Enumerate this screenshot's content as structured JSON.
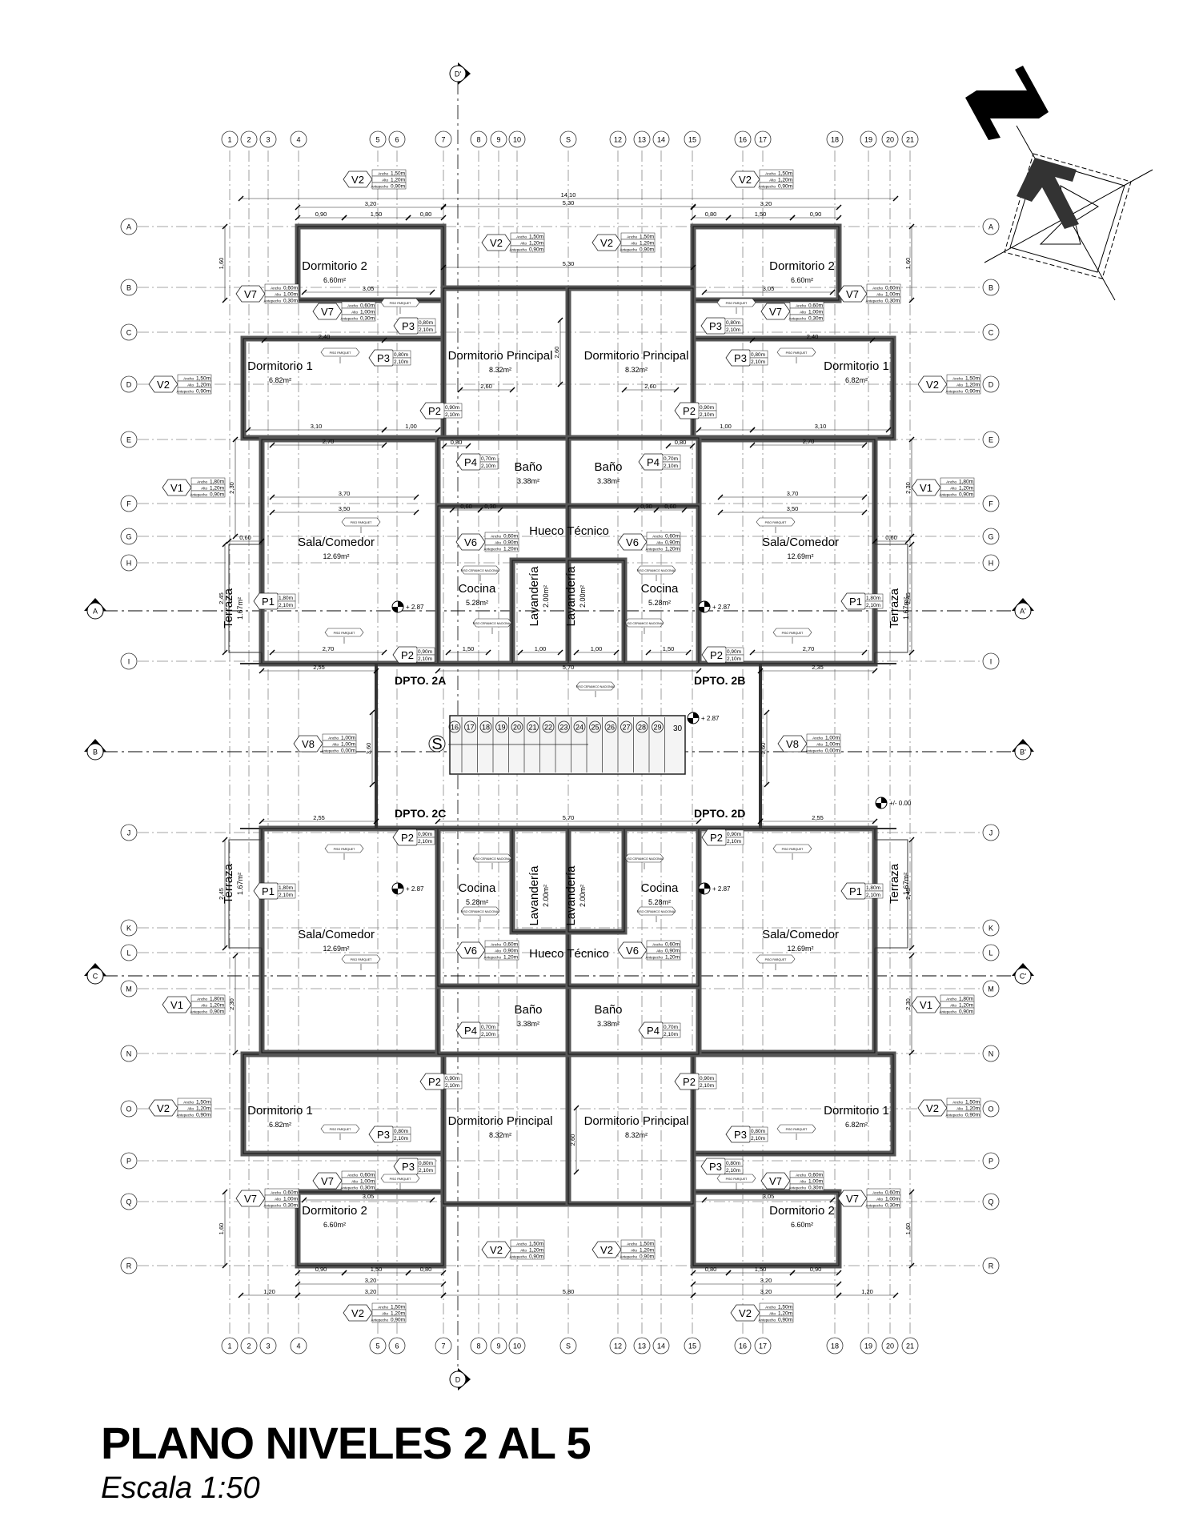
{
  "title": "PLANO NIVELES 2 AL 5",
  "scale": "Escala 1:50",
  "grid": {
    "columns": [
      "1",
      "2",
      "3",
      "4",
      "5",
      "6",
      "7",
      "8",
      "9",
      "10",
      "S",
      "12",
      "13",
      "14",
      "15",
      "16",
      "17",
      "18",
      "19",
      "20",
      "21"
    ],
    "rows": [
      "A",
      "B",
      "C",
      "D",
      "E",
      "F",
      "G",
      "H",
      "I",
      "J",
      "K",
      "L",
      "M",
      "N",
      "O",
      "P",
      "Q",
      "R"
    ]
  },
  "sections": {
    "a": "A",
    "a2": "A'",
    "b": "B",
    "b2": "B'",
    "c": "C",
    "c2": "C'",
    "d_top": "D'",
    "d_bottom": "D"
  },
  "units": [
    {
      "name": "DPTO. 2A",
      "rooms": [
        {
          "name": "Dormitorio 2",
          "area": "6.60m²"
        },
        {
          "name": "Dormitorio 1",
          "area": "6.82m²"
        },
        {
          "name": "Dormitorio Principal",
          "area": "8.32m²"
        },
        {
          "name": "Baño",
          "area": "3.38m²"
        },
        {
          "name": "Sala/Comedor",
          "area": "12.69m²"
        },
        {
          "name": "Cocina",
          "area": "5.28m²"
        },
        {
          "name": "Lavandería",
          "area": "2.00m²"
        },
        {
          "name": "Terraza",
          "area": "1.67m²"
        }
      ]
    },
    {
      "name": "DPTO. 2B",
      "rooms": [
        {
          "name": "Dormitorio 2",
          "area": "6.60m²"
        },
        {
          "name": "Dormitorio 1",
          "area": "6.82m²"
        },
        {
          "name": "Dormitorio Principal",
          "area": "8.32m²"
        },
        {
          "name": "Baño",
          "area": "3.38m²"
        },
        {
          "name": "Sala/Comedor",
          "area": "12.69m²"
        },
        {
          "name": "Cocina",
          "area": "5.28m²"
        },
        {
          "name": "Lavandería",
          "area": "2.00m²"
        },
        {
          "name": "Terraza",
          "area": "1.67m²"
        }
      ]
    },
    {
      "name": "DPTO. 2C",
      "rooms": [
        {
          "name": "Dormitorio 2",
          "area": "6.60m²"
        },
        {
          "name": "Dormitorio 1",
          "area": "6.82m²"
        },
        {
          "name": "Dormitorio Principal",
          "area": "8.32m²"
        },
        {
          "name": "Baño",
          "area": "3.38m²"
        },
        {
          "name": "Sala/Comedor",
          "area": "12.69m²"
        },
        {
          "name": "Cocina",
          "area": "5.28m²"
        },
        {
          "name": "Lavandería",
          "area": "2.00m²"
        },
        {
          "name": "Terraza",
          "area": "1.67m²"
        }
      ]
    },
    {
      "name": "DPTO. 2D",
      "rooms": [
        {
          "name": "Dormitorio 2",
          "area": "6.60m²"
        },
        {
          "name": "Dormitorio 1",
          "area": "6.82m²"
        },
        {
          "name": "Dormitorio Principal",
          "area": "8.32m²"
        },
        {
          "name": "Baño",
          "area": "3.38m²"
        },
        {
          "name": "Sala/Comedor",
          "area": "12.69m²"
        },
        {
          "name": "Cocina",
          "area": "5.28m²"
        },
        {
          "name": "Lavandería",
          "area": "2.00m²"
        },
        {
          "name": "Terraza",
          "area": "1.67m²"
        }
      ]
    }
  ],
  "core": {
    "hueco_tecnico": "Hueco Técnico",
    "stair_start": "S",
    "steps": [
      "16",
      "17",
      "18",
      "19",
      "20",
      "21",
      "22",
      "23",
      "24",
      "25",
      "26",
      "27",
      "28",
      "29",
      "30"
    ]
  },
  "tag_fields": [
    "Ancho",
    "Alto",
    "Antepecho"
  ],
  "window_types": {
    "V1": [
      "1,80m",
      "1,20m",
      "0,90m"
    ],
    "V2": [
      "1,50m",
      "1,20m",
      "0,90m"
    ],
    "V6": [
      "0,60m",
      "0,90m",
      "1,20m"
    ],
    "V7": [
      "0,60m",
      "1,00m",
      "0,30m"
    ],
    "V8": [
      "1,00m",
      "1,00m",
      "0,00m"
    ]
  },
  "door_types": {
    "P1": [
      "1,80m",
      "2,10m"
    ],
    "P2": [
      "0,90m",
      "2,10m"
    ],
    "P3": [
      "0,80m",
      "2,10m"
    ],
    "P4": [
      "0,70m",
      "2,10m"
    ]
  },
  "floor_finishes": {
    "parquet": "PISO PARQUET",
    "ceramic": "PISO CERAMICO NACIONAL"
  },
  "levels": {
    "floor": "+ 2.87",
    "ground": "+/- 0.00"
  },
  "dimensions": {
    "overall": "14,10",
    "core_width": "5,30",
    "core_width_b": "5,80",
    "bed2_width": "3,20",
    "bed2_a": "0,90",
    "bed2_b": "1,50",
    "bed2_c": "0,80",
    "bed2_inner": "3,05",
    "bed2_h": "1,60",
    "bed1_inner": "2,40",
    "bed1_bottom": "3,10",
    "door_gap": "1,00",
    "principal": "2,60",
    "principal_h": "2,60",
    "living": "2,70",
    "living_b": "3,70",
    "living_c": "3,50",
    "hall_side": "2,55",
    "hall_side_r": "2,35",
    "hall": "5,70",
    "stair_h": "3,60",
    "side_h": "2,30",
    "terrace": "0,60",
    "terrace_h": "2,45",
    "bath_a": "0,80",
    "bath_b": "0,60",
    "bath_c": "0,30",
    "lav": "1,00",
    "coc": "1,50",
    "edge": "1,20"
  }
}
